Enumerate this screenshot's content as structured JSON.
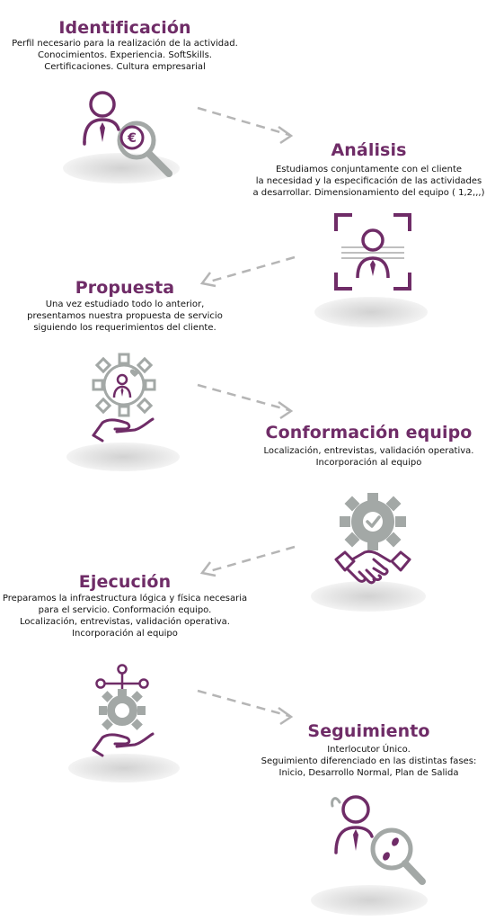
{
  "steps": [
    {
      "title": "Identificación",
      "lines": [
        "Perfil necesario para la realización de la actividad.",
        "Conocimientos. Experiencia. SoftSkills.",
        "Certificaciones. Cultura empresarial"
      ],
      "icon": "person-money-magnifier-icon"
    },
    {
      "title": "Análisis",
      "lines": [
        "Estudiamos conjuntamente con el cliente",
        "la necesidad y la especificación de las actividades",
        "a desarrollar. Dimensionamiento del equipo ( 1,2,,,)"
      ],
      "icon": "person-scan-frame-icon"
    },
    {
      "title": "Propuesta",
      "lines": [
        "Una vez estudiado todo lo anterior,",
        "presentamos nuestra propuesta de servicio",
        "siguiendo los requerimientos del cliente."
      ],
      "icon": "gear-person-hand-icon"
    },
    {
      "title": "Conformación equipo",
      "lines": [
        "Localización, entrevistas, validación operativa.",
        "Incorporación al equipo"
      ],
      "icon": "gear-check-handshake-icon"
    },
    {
      "title": "Ejecución",
      "lines": [
        "Preparamos la infraestructura lógica y física necesaria",
        "para el servicio. Conformación equipo.",
        "Localización, entrevistas, validación operativa.",
        "Incorporación al equipo"
      ],
      "icon": "network-gear-hand-icon"
    },
    {
      "title": "Seguimiento",
      "lines": [
        "Interlocutor Único.",
        "Seguimiento diferenciado en las distintas fases:",
        "Inicio, Desarrollo Normal, Plan de Salida"
      ],
      "icon": "person-footsteps-magnifier-icon"
    }
  ],
  "colors": {
    "accent": "#6f2c67",
    "gray": "#a3a8a6",
    "shadow": "#e0e0e0",
    "arrow": "#b5b5b5",
    "text": "#111111"
  }
}
